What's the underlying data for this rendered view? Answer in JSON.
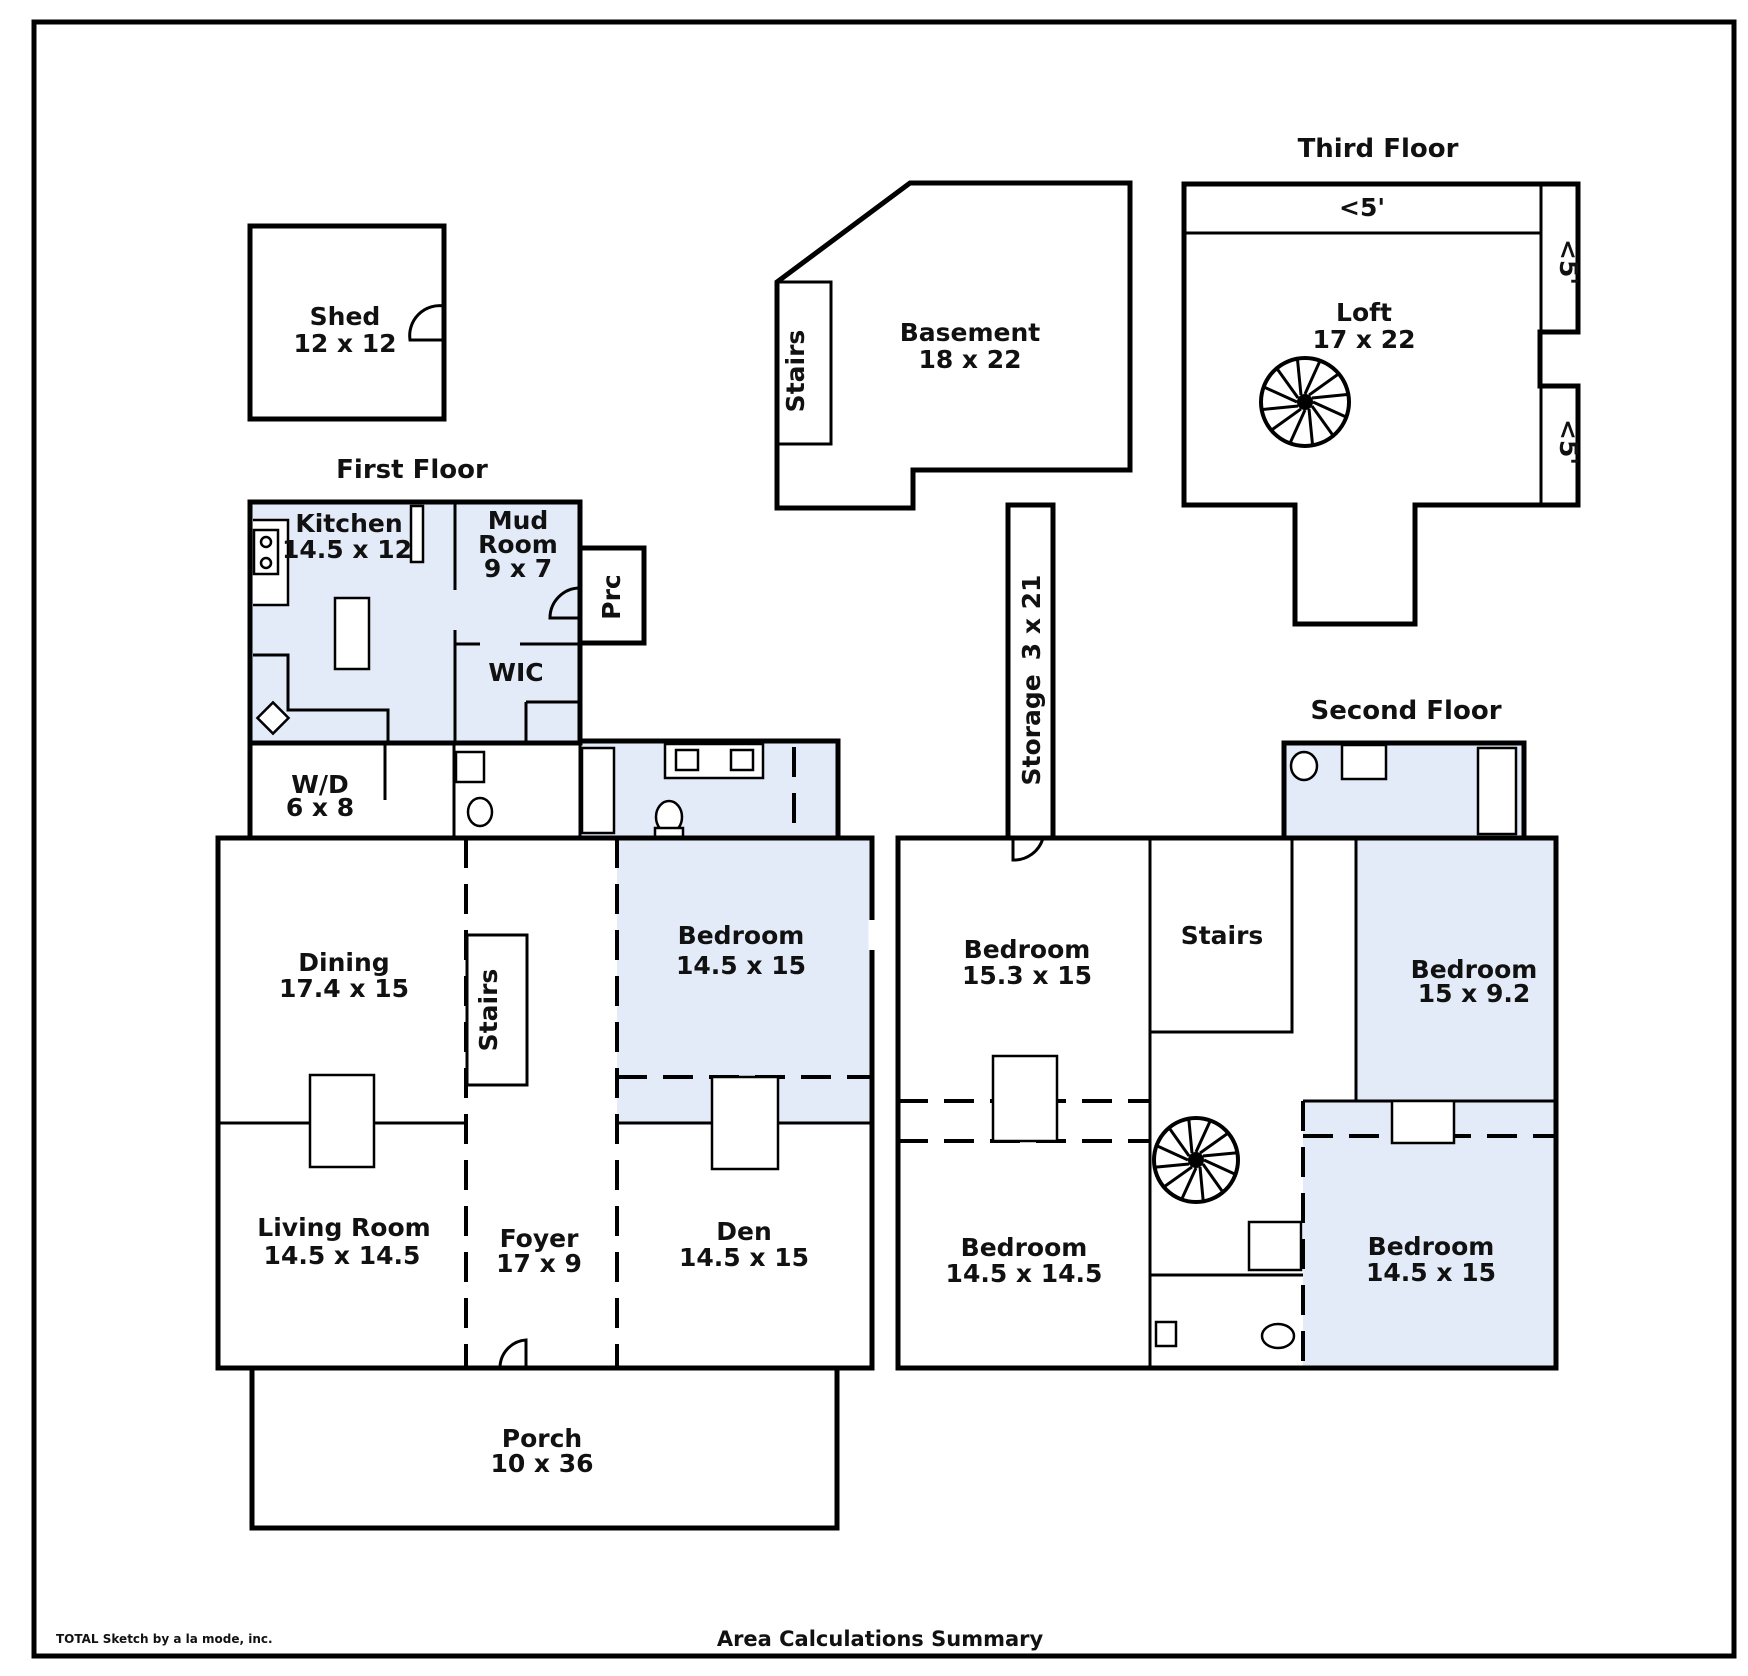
{
  "floors": {
    "first": "First Floor",
    "second": "Second Floor",
    "third": "Third Floor"
  },
  "rooms": {
    "shed": {
      "name": "Shed",
      "dim": "12 x 12"
    },
    "basement": {
      "name": "Basement",
      "dim": "18 x 22"
    },
    "basement_stairs": {
      "name": "Stairs"
    },
    "loft": {
      "name": "Loft",
      "dim": "17 x 22"
    },
    "loft_top": {
      "name": "<5'"
    },
    "loft_right_upper": {
      "name": "<5'"
    },
    "loft_right_lower": {
      "name": "<5'"
    },
    "kitchen": {
      "name": "Kitchen",
      "dim": "14.5 x 12"
    },
    "mud_room": {
      "name": "Mud",
      "name2": "Room",
      "dim": "9 x 7"
    },
    "prc": {
      "name": "Prc"
    },
    "wic": {
      "name": "WIC"
    },
    "wd": {
      "name": "W/D",
      "dim": "6 x 8"
    },
    "dining": {
      "name": "Dining",
      "dim": "17.4 x 15"
    },
    "first_stairs": {
      "name": "Stairs"
    },
    "first_bedroom": {
      "name": "Bedroom",
      "dim": "14.5 x 15"
    },
    "living_room": {
      "name": "Living Room",
      "dim": "14.5 x 14.5"
    },
    "foyer": {
      "name": "Foyer",
      "dim": "17 x 9"
    },
    "den": {
      "name": "Den",
      "dim": "14.5 x 15"
    },
    "porch": {
      "name": "Porch",
      "dim": "10 x 36"
    },
    "storage": {
      "name": "Storage",
      "dim": "3 x 21"
    },
    "second_bedroom_a": {
      "name": "Bedroom",
      "dim": "15.3 x 15"
    },
    "second_stairs": {
      "name": "Stairs"
    },
    "second_bedroom_b": {
      "name": "Bedroom",
      "dim": "15 x 9.2"
    },
    "second_bedroom_c": {
      "name": "Bedroom",
      "dim": "14.5 x 14.5"
    },
    "second_bedroom_d": {
      "name": "Bedroom",
      "dim": "14.5 x 15"
    }
  },
  "footer": {
    "left": "TOTAL Sketch by a la mode, inc.",
    "center": "Area Calculations Summary"
  },
  "colors": {
    "highlight": "#e4ebf8",
    "walls": "#000000"
  }
}
